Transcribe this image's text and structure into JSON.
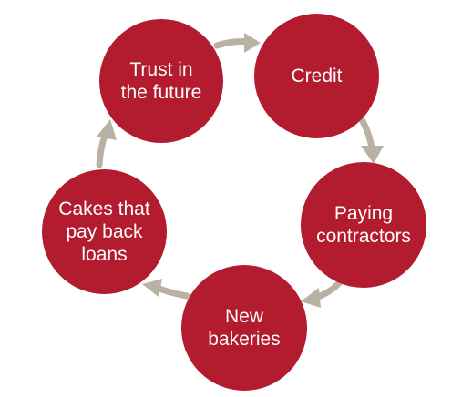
{
  "diagram": {
    "nodes": [
      {
        "id": "trust",
        "label": "Trust in\nthe future"
      },
      {
        "id": "credit",
        "label": "Credit"
      },
      {
        "id": "paying",
        "label": "Paying\ncontractors"
      },
      {
        "id": "bakery",
        "label": "New\nbakeries"
      },
      {
        "id": "cakes",
        "label": "Cakes that\npay back\nloans"
      }
    ],
    "edges": [
      {
        "from": "trust",
        "to": "credit"
      },
      {
        "from": "credit",
        "to": "paying"
      },
      {
        "from": "paying",
        "to": "bakery"
      },
      {
        "from": "bakery",
        "to": "cakes"
      },
      {
        "from": "cakes",
        "to": "trust"
      }
    ],
    "colors": {
      "node_fill": "#b31b2e",
      "node_text": "#ffffff",
      "arrow": "#b9b1a2"
    }
  }
}
